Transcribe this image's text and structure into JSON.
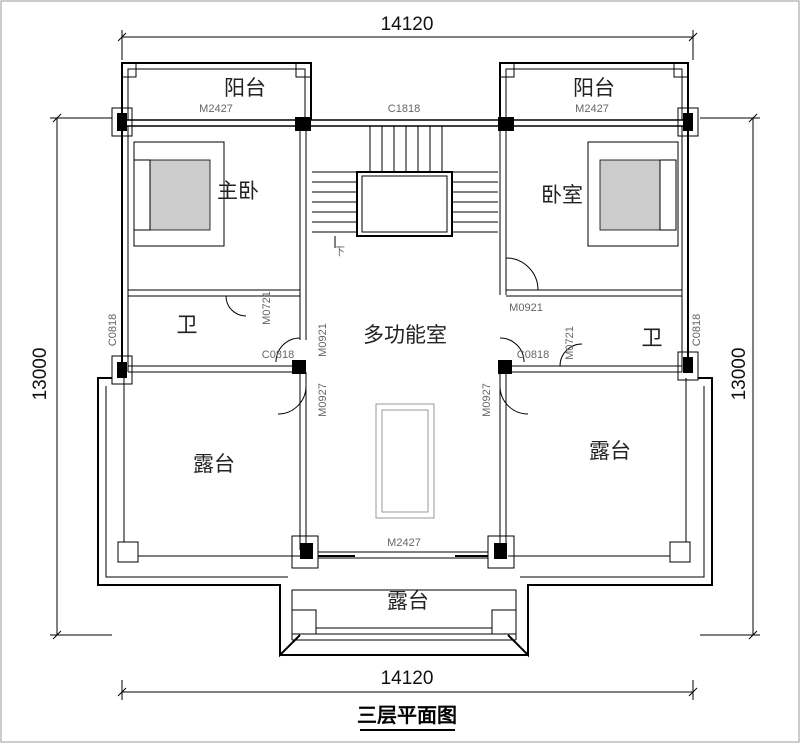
{
  "drawing": {
    "title": "三层平面图",
    "dimensions": {
      "top_width": "14120",
      "bottom_width": "14120",
      "left_height": "13000",
      "right_height": "13000"
    }
  },
  "rooms": {
    "balcony_left": "阳台",
    "balcony_right": "阳台",
    "master_bedroom": "主卧",
    "bedroom": "卧室",
    "bathroom_left": "卫",
    "bathroom_right": "卫",
    "multipurpose_room": "多功能室",
    "terrace_left": "露台",
    "terrace_right": "露台",
    "terrace_bottom": "露台"
  },
  "codes": {
    "door_balcony_left": "M2427",
    "door_balcony_right": "M2427",
    "window_stair": "C1818",
    "window_bath_left_side": "C0818",
    "window_bath_right_side": "C0818",
    "door_bath_left": "M0721",
    "door_bath_right": "M0721",
    "door_master": "M0921",
    "door_bedroom": "M0921",
    "window_center_left": "C0818",
    "window_center_right": "C0818",
    "door_terrace_left": "M0927",
    "door_terrace_right": "M0927",
    "door_terrace_bottom": "M2427"
  },
  "stair_label": "下"
}
